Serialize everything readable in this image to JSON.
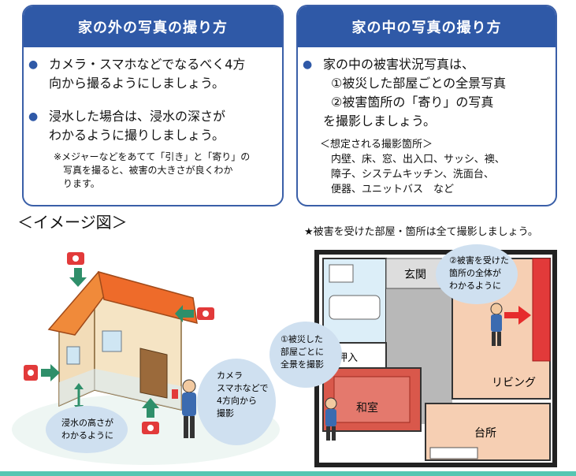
{
  "left_panel": {
    "title": "家の外の写真の撮り方",
    "bullet1": [
      "カメラ・スマホなどでなるべく4方",
      "向から撮るようにしましょう。"
    ],
    "bullet2": [
      "浸水した場合は、浸水の深さが",
      "わかるように撮りしましょう。"
    ],
    "note": [
      "※メジャーなどをあてて「引き」と「寄り」の",
      "写真を撮ると、被害の大きさが良くわか",
      "ります。"
    ]
  },
  "right_panel": {
    "title": "家の中の写真の撮り方",
    "bullet1": [
      "家の中の被害状況写真は、",
      "①被災した部屋ごとの全景写真",
      "②被害箇所の「寄り」の写真",
      "を撮影しましょう。"
    ],
    "expected_heading": "＜想定される撮影箇所＞",
    "expected_items": [
      "内壁、床、窓、出入口、サッシ、襖、",
      "障子、システムキッチン、洗面台、",
      "便器、ユニットバス　など"
    ]
  },
  "image_title": "＜イメージ図＞",
  "star_note": "★被害を受けた部屋・箇所は全て撮影しましょう。",
  "house_diagram": {
    "bubble_camera": [
      "カメラ",
      "スマホなどで",
      "4方向から",
      "撮影"
    ],
    "bubble_water": [
      "浸水の高さが",
      "わかるように"
    ]
  },
  "floor_plan": {
    "room_entrance": "玄関",
    "room_closet": "押入",
    "room_washitsu": "和室",
    "room_living": "リビング",
    "room_kitchen": "台所",
    "bubble_room": [
      "①被災した",
      "部屋ごとに",
      "全景を撮影"
    ],
    "bubble_damage": [
      "②被害を受けた",
      "箇所の全体が",
      "わかるように"
    ]
  },
  "colors": {
    "panel_blue": "#2f59a7",
    "wall_brown": "#e9c9a4",
    "roof_orange": "#ee6b2a",
    "washitsu_red": "#d9584b",
    "living_peach": "#f6cfb3",
    "bubble_blue": "#cfe0f0",
    "arrow_green": "#2f8f6a",
    "arrow_red": "#e62c2c"
  }
}
